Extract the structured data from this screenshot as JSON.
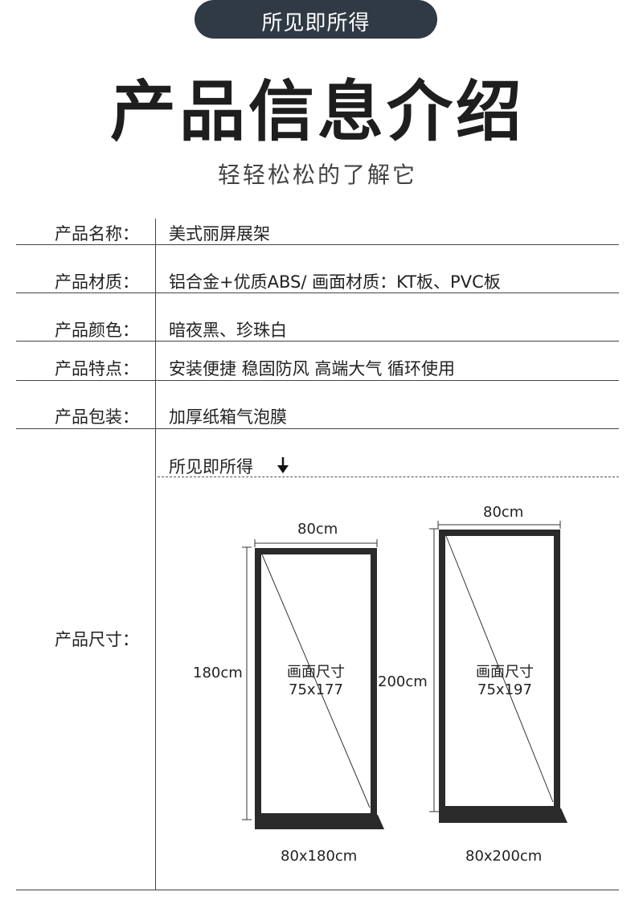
{
  "header": {
    "pill_label": "所见即所得",
    "title": "产品信息介绍",
    "subtitle": "轻轻松松的了解它"
  },
  "rows": [
    {
      "label": "产品名称：",
      "value": "美式丽屏展架"
    },
    {
      "label": "产品材质：",
      "value": "铝合金+优质ABS/   画面材质：KT板、PVC板"
    },
    {
      "label": "产品颜色：",
      "value": "暗夜黑、珍珠白"
    },
    {
      "label": "产品特点：",
      "value": "安装便捷 稳固防风 高端大气 循环使用"
    },
    {
      "label": "产品包装：",
      "value": "加厚纸箱气泡膜"
    }
  ],
  "size_section": {
    "label": "产品尺寸：",
    "heading": "所见即所得",
    "arrow_icon": "arrow-down-icon",
    "stands": [
      {
        "width_label": "80cm",
        "height_label": "180cm",
        "screen_label": "画面尺寸",
        "screen_size": "75x177",
        "caption": "80x180cm"
      },
      {
        "width_label": "80cm",
        "height_label": "200cm",
        "screen_label": "画面尺寸",
        "screen_size": "75x197",
        "caption": "80x200cm"
      }
    ]
  },
  "colors": {
    "pill_bg": "#2f3a45",
    "frame": "#2a2a2a",
    "text": "#222222"
  }
}
